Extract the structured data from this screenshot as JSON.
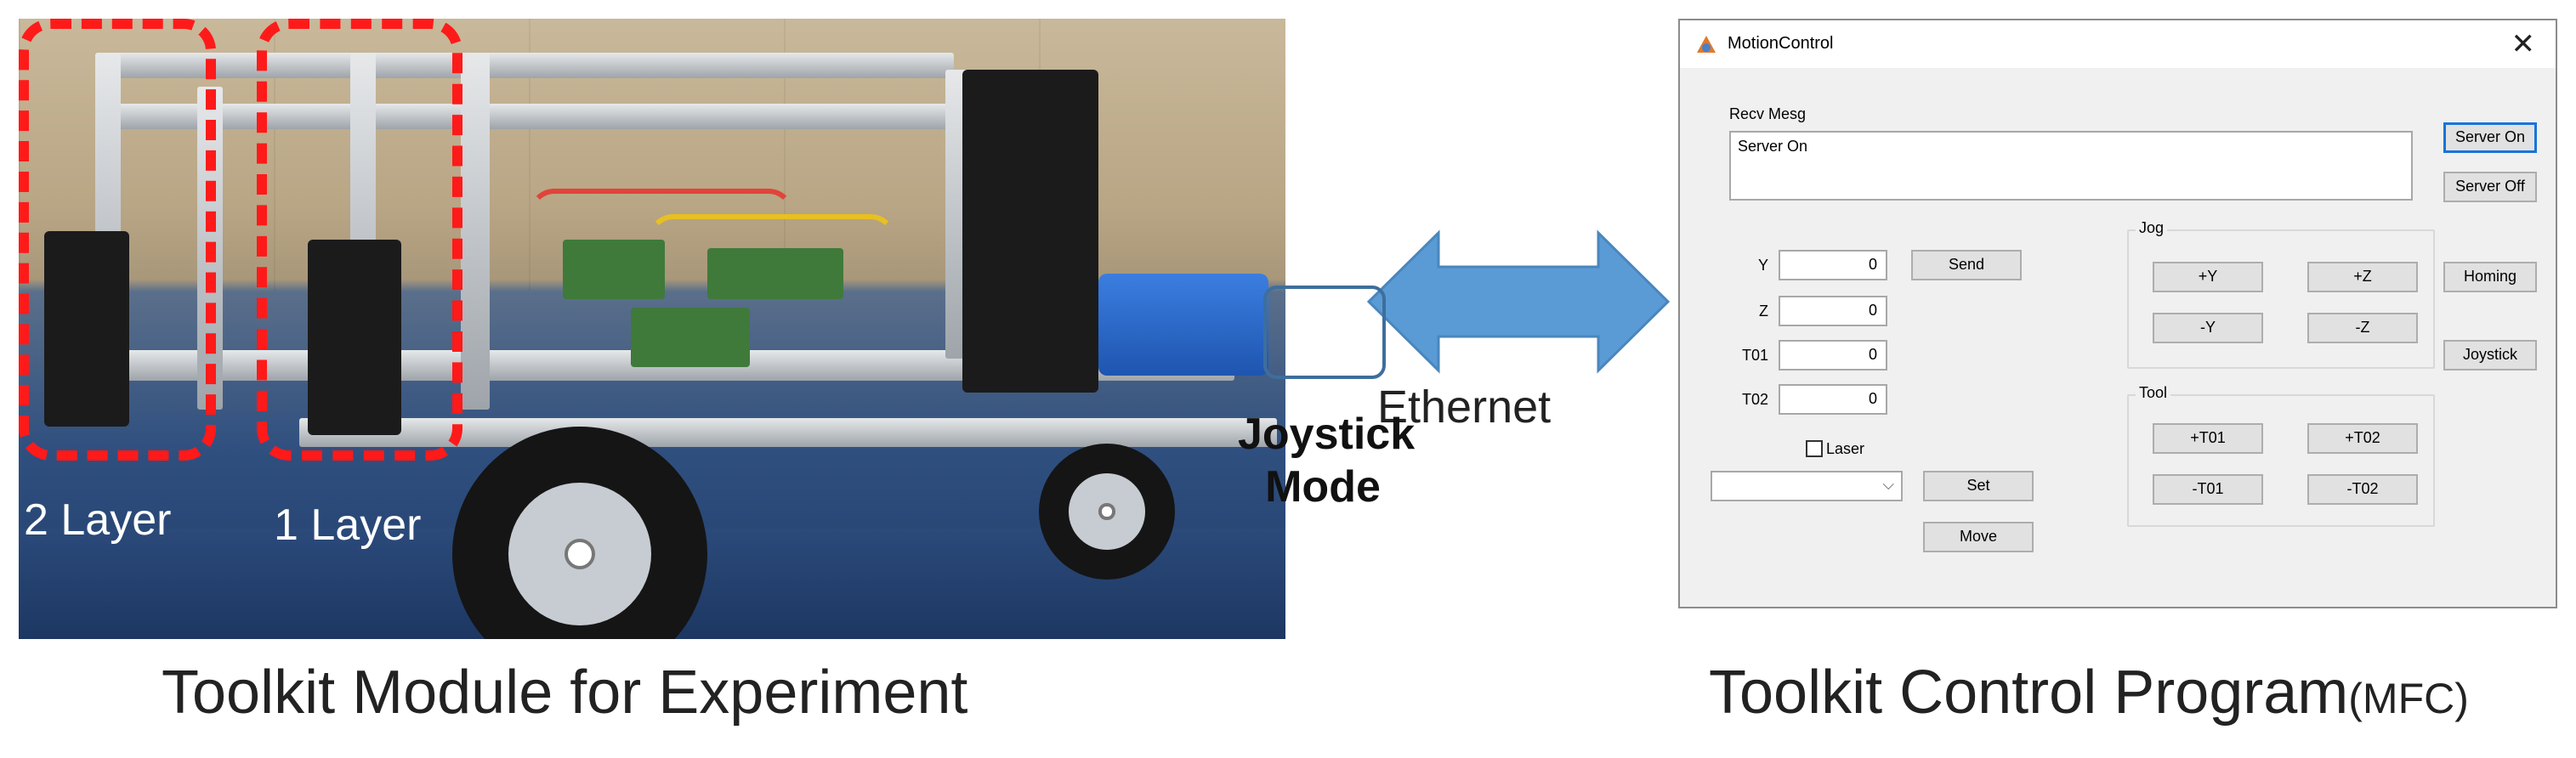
{
  "photo": {
    "layer_labels": [
      "2 Layer",
      "1 Layer"
    ],
    "caption": "Toolkit Module for Experiment"
  },
  "link": {
    "label": "Ethernet",
    "arrow_color": "#5b9bd5"
  },
  "window": {
    "title": "MotionControl",
    "close_symbol": "✕",
    "recv_label": "Recv Mesg",
    "recv_text": "Server On",
    "buttons": {
      "server_on": "Server On",
      "server_off": "Server Off",
      "send": "Send",
      "homing": "Homing",
      "joystick": "Joystick",
      "set": "Set",
      "move": "Move"
    },
    "fields": [
      {
        "label": "Y",
        "value": "0"
      },
      {
        "label": "Z",
        "value": "0"
      },
      {
        "label": "T01",
        "value": "0"
      },
      {
        "label": "T02",
        "value": "0"
      }
    ],
    "jog": {
      "title": "Jog",
      "buttons": [
        "+Y",
        "+Z",
        "-Y",
        "-Z"
      ]
    },
    "tool": {
      "title": "Tool",
      "buttons": [
        "+T01",
        "+T02",
        "-T01",
        "-T02"
      ]
    },
    "laser_label": "Laser",
    "laser_checked": false,
    "combo_value": ""
  },
  "annotation": {
    "joystick_mode": [
      "Joystick",
      "Mode"
    ],
    "highlight_color": "#3e6e9c"
  },
  "caption_right": {
    "main": "Toolkit Control Program",
    "suffix": "(MFC)"
  },
  "colors": {
    "dashed_box": "#ff1a1a",
    "focus_blue": "#1a73d9"
  }
}
